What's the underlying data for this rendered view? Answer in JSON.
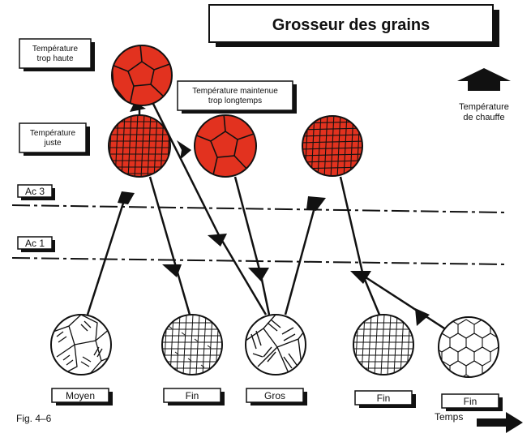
{
  "title": "Grosseur des grains",
  "figure_label": "Fig. 4–6",
  "labels": {
    "temp_trop_haute": [
      "Température",
      "trop haute"
    ],
    "temp_juste": [
      "Température",
      "juste"
    ],
    "temp_maintenue": [
      "Température maintenue",
      "trop longtemps"
    ],
    "temp_chauffe": [
      "Température",
      "de chauffe"
    ],
    "ac3": "Ac 3",
    "ac1": "Ac 1",
    "temps": "Temps"
  },
  "grain_tags": [
    "Moyen",
    "Fin",
    "Gros",
    "Fin",
    "Fin"
  ],
  "colors": {
    "hot_grain": "#e2321f",
    "ink": "#111111",
    "paper": "#ffffff"
  }
}
